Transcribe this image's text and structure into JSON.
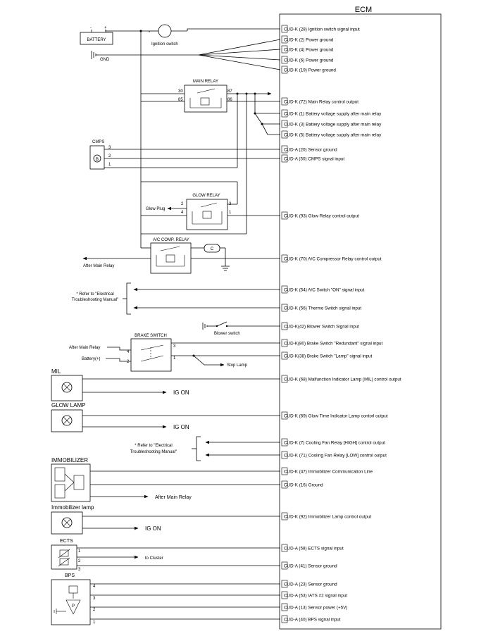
{
  "ecm": {
    "title": "ECM"
  },
  "pins": [
    "CUD-K (28) Ignition switch signal input",
    "CUD-K (2) Power ground",
    "CUD-K (4) Power ground",
    "CUD-K (6) Power ground",
    "CUD-K (19) Power ground",
    "CUD-K (72) Main Relay control output",
    "CUD-K (1) Battery voltage supply after main relay",
    "CUD-K (3) Battery voltage supply after main relay",
    "CUD-K (5) Battery voltage supply after main relay",
    "CUD-A (20) Sensor ground",
    "CUD-A (50) CMPS signal input",
    "CUD-K (93) Glow Relay control output",
    "CUD-K (70) A/C Compressor Relay control output",
    "CUD-K (54) A/C Switch \"ON\" signal input",
    "CUD-K (56) Thermo Switch signal input",
    "CUD-K(42) Blower Switch Signal input",
    "CUD-K(80) Brake Switch \"Redundant\" signal input",
    "CUD-K(38) Brake Switch \"Lamp\" signal input",
    "CUD-K (68) Malfunction Indicator Lamp (MIL) control output",
    "CUD-K (69) Glow Time Indicator Lamp contorl output",
    "CUD-K (7) Cooling Fan Relay [HIGH] control output",
    "CUD-K (71) Cooling Fan Relay [LOW] control output",
    "CUD-K (47) Immobilizer Communication Line",
    "CUD-K (16) Ground",
    "CUD-K (92) Immobilizer Lamp control output",
    "CUD-A (58) ECTS signal input",
    "CUD-A (41) Sensor ground",
    "CUD-A (23) Sensor ground",
    "CUD-A (53) IATS #2 signal input",
    "CUD-A (13) Sensor power (+5V)",
    "CUD-A (40) BPS signal input"
  ],
  "components": {
    "battery": {
      "label": "BATTERY",
      "minus": "-",
      "plus": "+"
    },
    "gnd": "GND",
    "ignition_switch": "Ignition switch",
    "main_relay": {
      "label": "MAIN RELAY",
      "pins": [
        "30",
        "85",
        "87",
        "86"
      ]
    },
    "cmps": {
      "label": "CMPS",
      "pins": [
        "3",
        "2",
        "1"
      ],
      "symbol": "B"
    },
    "glow_relay": {
      "label": "GLOW RELAY",
      "pins": [
        "2",
        "4",
        "3",
        "1"
      ],
      "glow_plug": "Glow Plug"
    },
    "ac_relay": {
      "label": "A/C COMP. RELAY",
      "after_main": "After Main Relay",
      "compressor": "C"
    },
    "refer_note_1": [
      "* Refer to \"Electrical",
      "Troubleshooting Manual\""
    ],
    "blower_switch": "Blower switch",
    "brake_switch": {
      "label": "BRAKE SWITCH",
      "after_main": "After Main Relay",
      "battery": "Battery(+)",
      "stop_lamp": "Stop Lamp",
      "pins": [
        "4",
        "2",
        "3",
        "1"
      ]
    },
    "mil": {
      "label": "MIL",
      "ig_on": "IG ON"
    },
    "glow_lamp": {
      "label": "GLOW LAMP",
      "ig_on": "IG ON"
    },
    "refer_note_2": [
      "* Refer to \"Electrical",
      "Troubleshooting Manual\""
    ],
    "immobilizer": {
      "label": "IMMOBILIZER",
      "after_main": "After Main Relay"
    },
    "immo_lamp": {
      "label": "Immobilizer lamp",
      "ig_on": "IG ON"
    },
    "ects": {
      "label": "ECTS",
      "to_cluster": "to Cluster",
      "pins": [
        "1",
        "2",
        "3"
      ]
    },
    "bps": {
      "label": "BPS",
      "pins": [
        "4",
        "3",
        "2",
        "1"
      ],
      "symbol": "P"
    }
  }
}
